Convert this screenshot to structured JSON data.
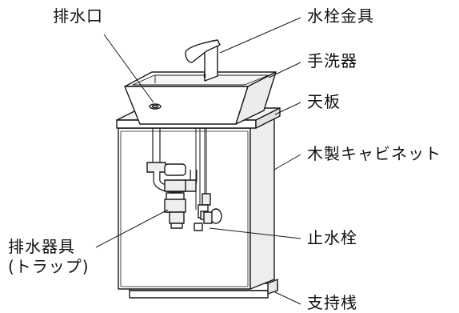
{
  "labels": {
    "drain_outlet": "排水口",
    "faucet": "水栓金具",
    "basin": "手洗器",
    "countertop": "天板",
    "cabinet": "木製キャビネット",
    "drain_fitting_line1": "排水器具",
    "drain_fitting_line2": "(トラップ)",
    "stop_valve": "止水栓",
    "support_leg": "支持桟"
  },
  "colors": {
    "line": "#1a1a1a",
    "cabinet_fill": "#ffffff",
    "countertop_fill": "#f2f2f2",
    "pipe_fill": "#eeeeee"
  }
}
